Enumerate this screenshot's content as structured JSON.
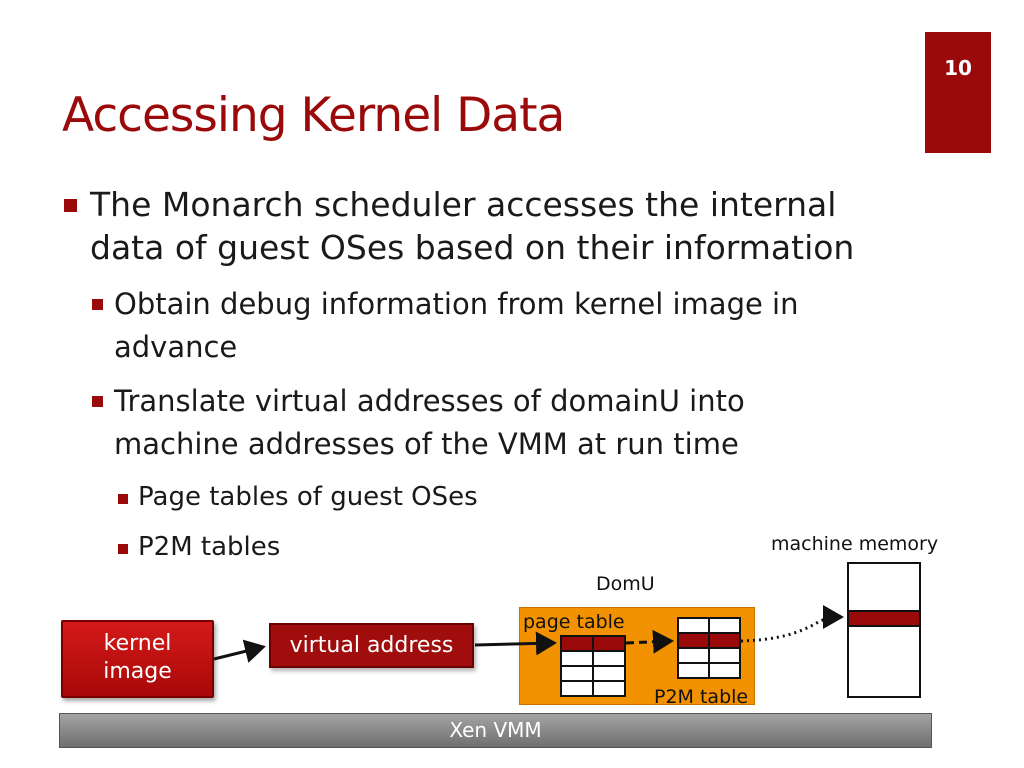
{
  "slide": {
    "number": "10",
    "title": "Accessing Kernel Data"
  },
  "bullets": {
    "b1_line1": "The Monarch scheduler accesses the internal",
    "b1_line2": "data of guest OSes based on their information",
    "b2_line1": "Obtain debug information from kernel image in",
    "b2_line2": "advance",
    "b3_line1": "Translate virtual addresses of domainU into",
    "b3_line2": "machine addresses of the VMM at run time",
    "b4": "Page tables of guest OSes",
    "b5": "P2M tables"
  },
  "diagram": {
    "kernel_image_line1": "kernel",
    "kernel_image_line2": "image",
    "virtual_address": "virtual address",
    "domu": "DomU",
    "page_table": "page table",
    "p2m_table": "P2M table",
    "machine_memory": "machine memory",
    "xen_vmm": "Xen VMM"
  },
  "colors": {
    "accent": "#9b0a0a",
    "domu_fill": "#f29200",
    "xen_bar": "#8a8a8a"
  }
}
